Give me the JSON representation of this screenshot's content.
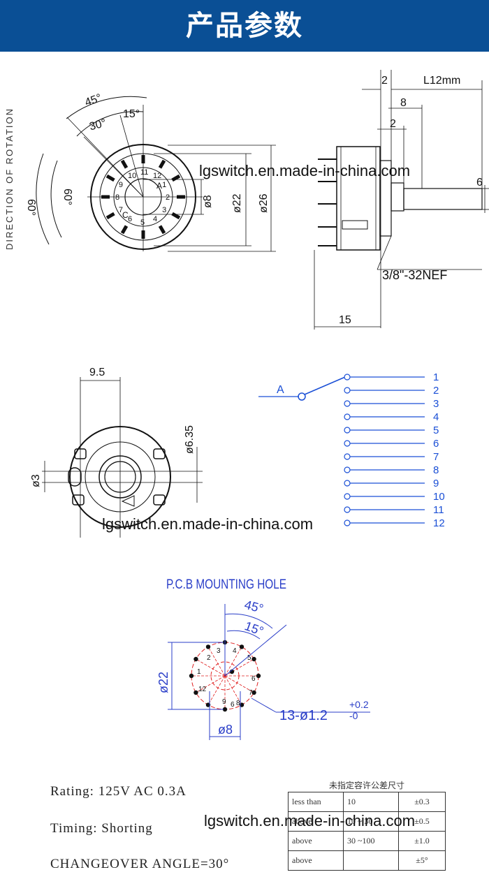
{
  "banner": {
    "title": "产品参数",
    "color": "#0a4f95"
  },
  "top_left_drawing": {
    "rotation_label": "DIRECTION OF ROTATION",
    "angles": [
      "45°",
      "30°",
      "15°",
      "60°",
      "60°"
    ],
    "positions": [
      "1",
      "2",
      "3",
      "4",
      "5",
      "6",
      "7",
      "8",
      "9",
      "10",
      "11",
      "12"
    ],
    "common_labels": [
      "A",
      "C"
    ],
    "dims": [
      "ø8",
      "ø22",
      "ø26"
    ]
  },
  "side_drawing": {
    "dims": [
      "2",
      "L12mm",
      "8",
      "2",
      "6",
      "15"
    ],
    "thread": "3/8\"-32NEF"
  },
  "rear_drawing": {
    "dims": [
      "9.5",
      "ø6.35",
      "ø3"
    ]
  },
  "schematic": {
    "common": "A",
    "outputs": [
      "1",
      "2",
      "3",
      "4",
      "5",
      "6",
      "7",
      "8",
      "9",
      "10",
      "11",
      "12"
    ],
    "color": "#1a4fd6"
  },
  "pcb": {
    "title": "P.C.B MOUNTING HOLE",
    "angles": [
      "45°",
      "15°"
    ],
    "dims": [
      "ø22",
      "ø8"
    ],
    "holes_label": "13-ø1.2",
    "tol_plus": "+0.2",
    "tol_minus": "-0",
    "hole_numbers": [
      "3",
      "4",
      "5",
      "2",
      "6",
      "1",
      "7",
      "12",
      "8",
      "9",
      "6"
    ],
    "color": "#e02020",
    "dim_color": "#2a3ec8"
  },
  "watermark": "lgswitch.en.made-in-china.com",
  "specs": {
    "rating": "Rating:  125V  AC  0.3A",
    "timing": "Timing:   Shorting",
    "angle": "CHANGEOVER  ANGLE=30°"
  },
  "tolerance": {
    "title": "未指定容许公差尺寸",
    "rows": [
      {
        "label": "less than",
        "range": "10",
        "tol": "±0.3"
      },
      {
        "label": "above",
        "range": "10 ~ 30",
        "tol": "±0.5"
      },
      {
        "label": "above",
        "range": "30 ~100",
        "tol": "±1.0"
      },
      {
        "label": "above",
        "range": "",
        "tol": "±5°"
      }
    ]
  }
}
